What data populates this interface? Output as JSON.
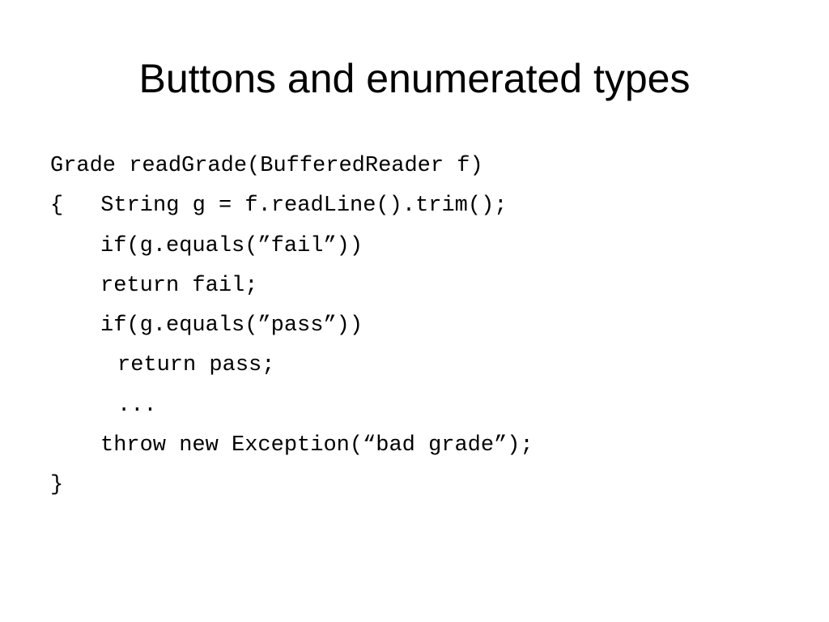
{
  "slide": {
    "title": "Buttons and enumerated types",
    "code_lines": [
      "Grade readGrade(BufferedReader f)",
      "{",
      "String g = f.readLine().trim();",
      "if(g.equals(”fail”))",
      "return fail;",
      "if(g.equals(”pass”))",
      "return pass;",
      "...",
      "throw new Exception(“bad grade”);",
      "}"
    ]
  }
}
